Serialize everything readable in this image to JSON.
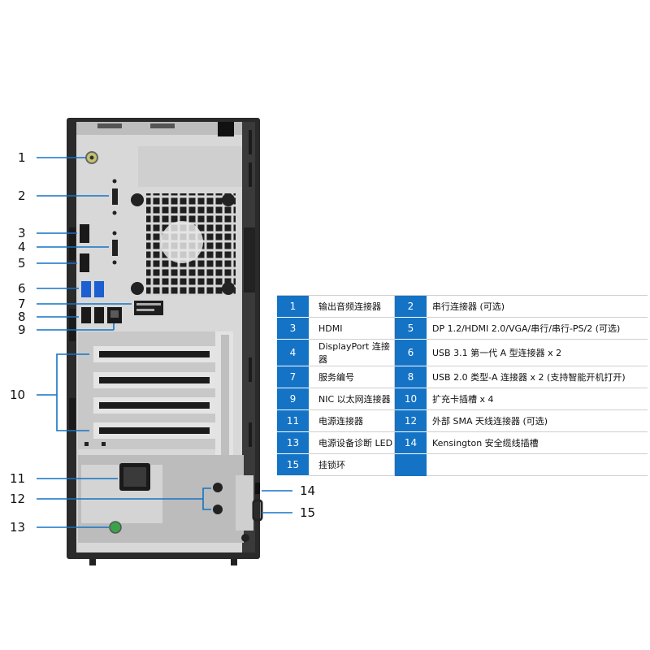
{
  "callouts": [
    "1",
    "2",
    "3",
    "4",
    "5",
    "6",
    "7",
    "8",
    "9",
    "10",
    "11",
    "12",
    "13",
    "14",
    "15"
  ],
  "legend": {
    "rows": [
      [
        {
          "num": "1",
          "text": "输出音频连接器"
        },
        {
          "num": "2",
          "text": "串行连接器 (可选)"
        }
      ],
      [
        {
          "num": "3",
          "text": "HDMI"
        },
        {
          "num": "5",
          "text": "DP 1.2/HDMI 2.0/VGA/串行/串行-PS/2 (可选)"
        }
      ],
      [
        {
          "num": "4",
          "text": "DisplayPort 连接器"
        },
        {
          "num": "6",
          "text": "USB 3.1 第一代 A 型连接器 x 2"
        }
      ],
      [
        {
          "num": "7",
          "text": "服务编号"
        },
        {
          "num": "8",
          "text": "USB 2.0 类型-A 连接器 x 2 (支持智能开机打开)"
        }
      ],
      [
        {
          "num": "9",
          "text": "NIC 以太网连接器"
        },
        {
          "num": "10",
          "text": "扩充卡插槽 x 4"
        }
      ],
      [
        {
          "num": "11",
          "text": "电源连接器"
        },
        {
          "num": "12",
          "text": "外部 SMA 天线连接器 (可选)"
        }
      ],
      [
        {
          "num": "13",
          "text": "电源设备诊断 LED"
        },
        {
          "num": "14",
          "text": "Kensington 安全缆线插槽"
        }
      ],
      [
        {
          "num": "15",
          "text": "挂锁环"
        },
        {
          "num": "",
          "text": ""
        }
      ]
    ]
  },
  "colors": {
    "accent": "#1473c5",
    "chassis": "#2b2b2b",
    "panel": "#d9d9d9"
  }
}
